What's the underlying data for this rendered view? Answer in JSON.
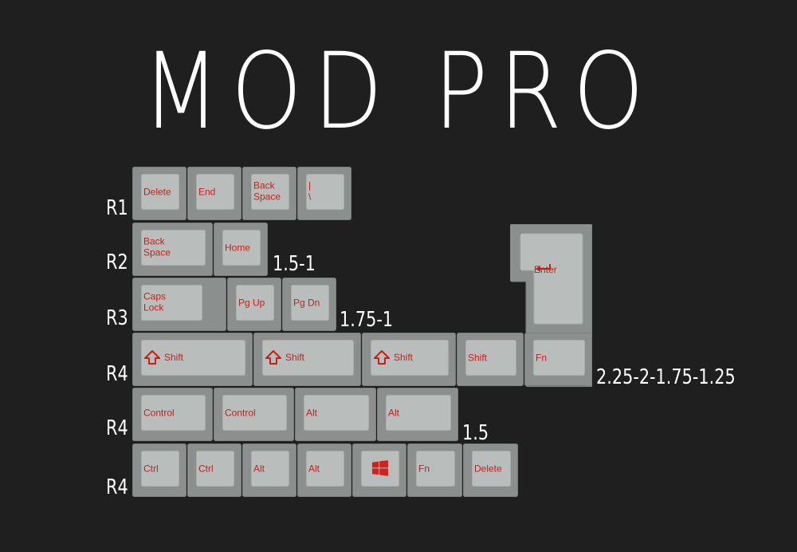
{
  "title": "MOD PRO",
  "row_labels": [
    "R1",
    "R2",
    "R3",
    "R4",
    "R4",
    "R4"
  ],
  "size_labels": [
    "1.5-1",
    "1.75-1",
    "2.25-2-1.75-1.25",
    "1.5"
  ],
  "keycap_colors": {
    "base": "#8b908e",
    "top": "#b9bebc",
    "legend": "#c4201b"
  },
  "keys": {
    "r1": [
      "Delete",
      "End",
      "Back\nSpace",
      "|\n\\"
    ],
    "r2": [
      "Back\nSpace",
      "Home"
    ],
    "r3": [
      "Caps\nLock",
      "Pg Up",
      "Pg Dn"
    ],
    "r4a": [
      "Shift",
      "Shift",
      "Shift",
      "Shift",
      "Fn"
    ],
    "r4b": [
      "Control",
      "Control",
      "Alt",
      "Alt"
    ],
    "r4c": [
      "Ctrl",
      "Ctrl",
      "Alt",
      "Alt",
      "windows-logo-icon",
      "Fn",
      "Delete"
    ],
    "enter": "Enter"
  }
}
